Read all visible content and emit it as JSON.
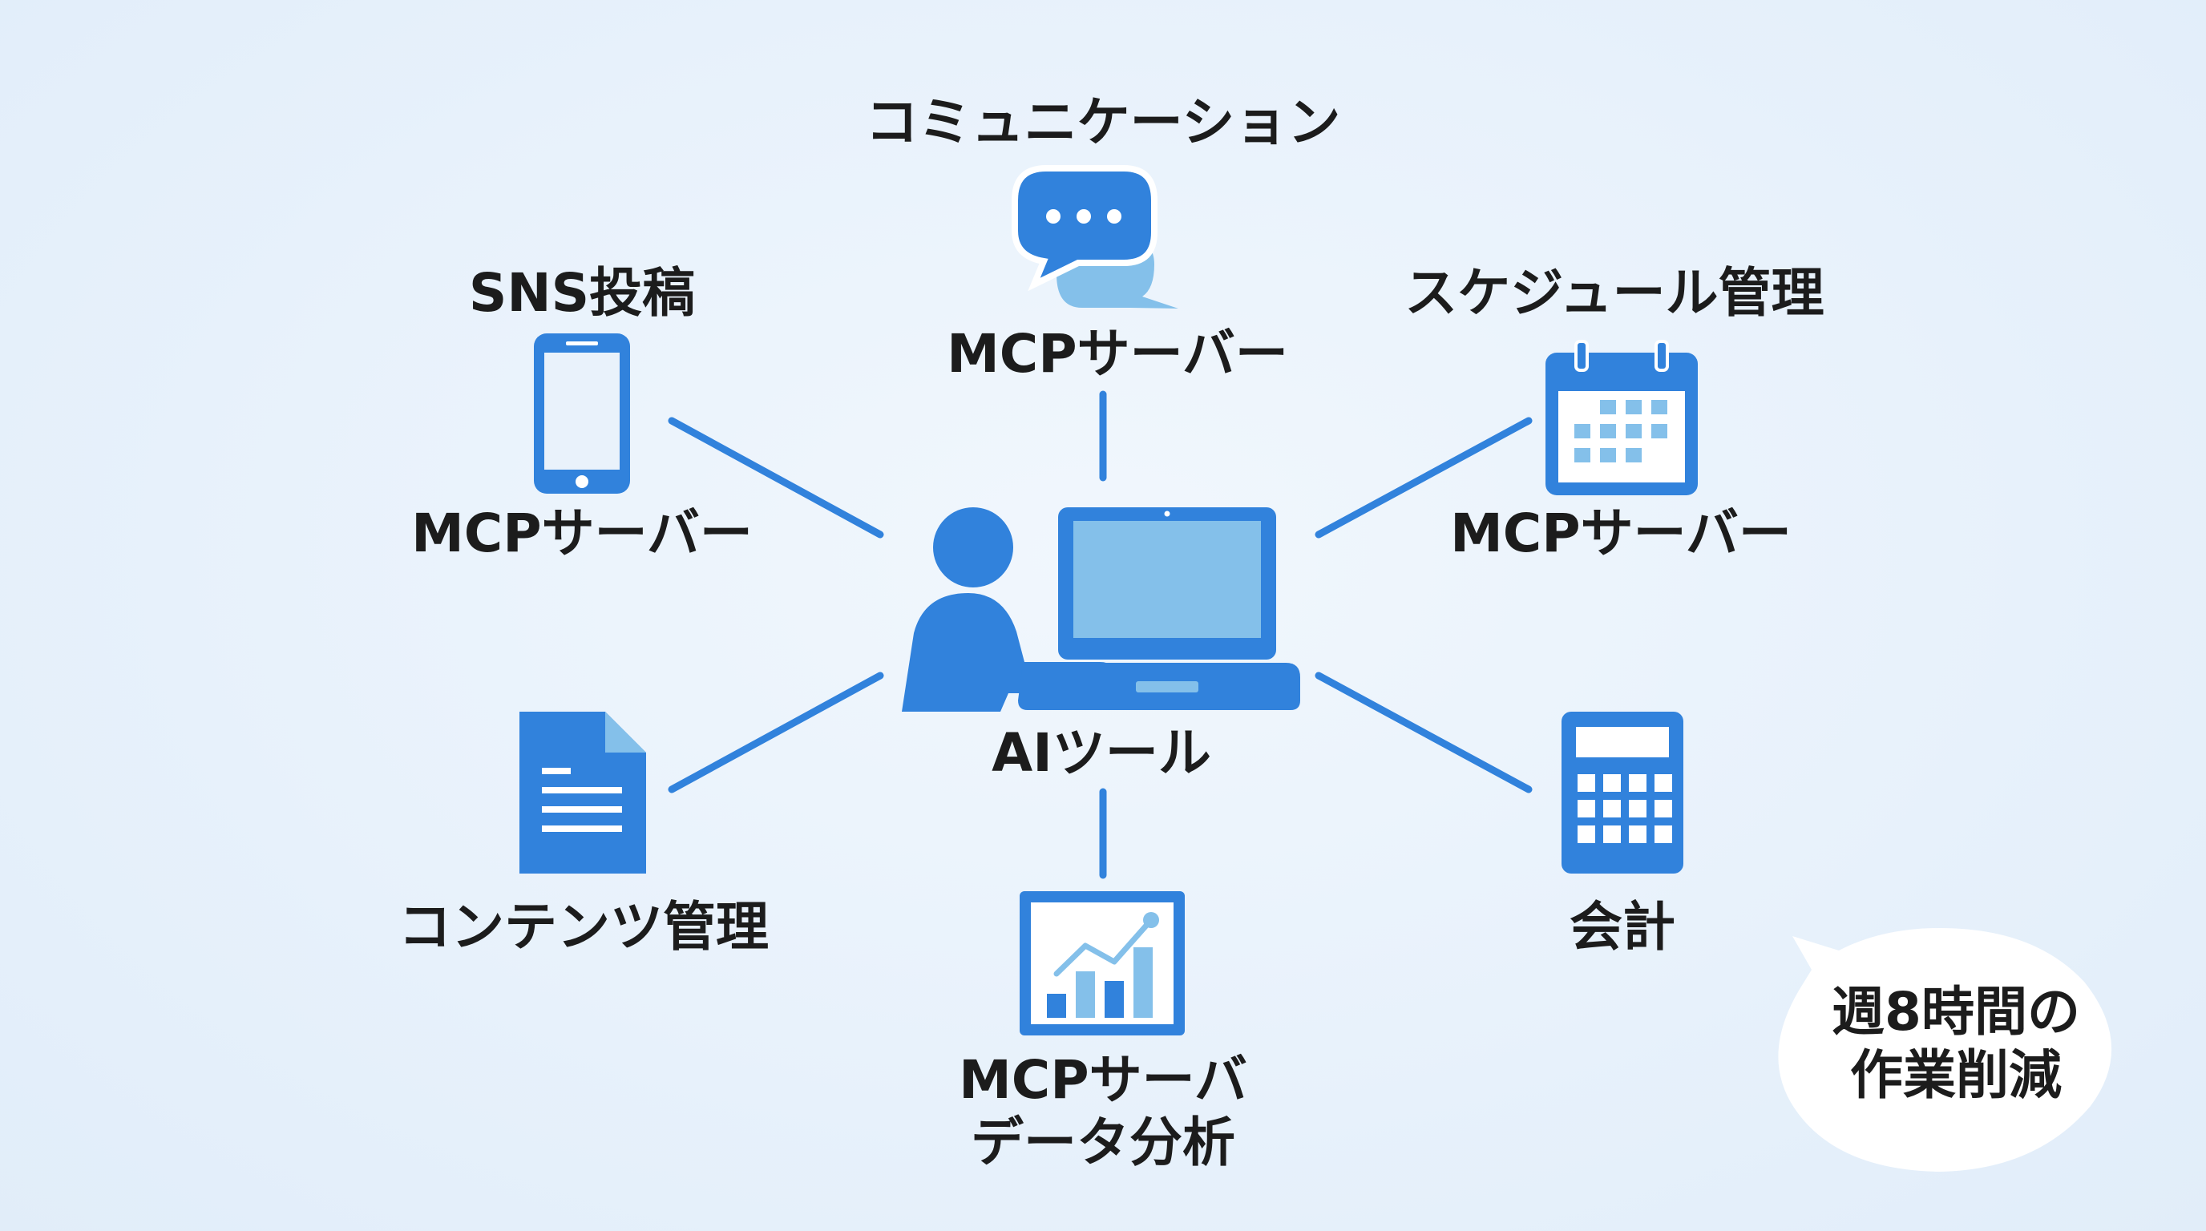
{
  "center": {
    "label": "AIツール"
  },
  "nodes": {
    "communication": {
      "title": "コミュニケーション",
      "server": "MCPサーバー",
      "icon": "chat-bubbles-icon"
    },
    "sns": {
      "title": "SNS投稿",
      "server": "MCPサーバー",
      "icon": "smartphone-icon"
    },
    "schedule": {
      "title": "スケジュール管理",
      "server": "MCPサーバー",
      "icon": "calendar-icon"
    },
    "content": {
      "title": "コンテンツ管理",
      "icon": "document-icon"
    },
    "accounting": {
      "title": "会計",
      "icon": "calculator-icon"
    },
    "analytics": {
      "server": "MCPサーバ",
      "title": "データ分析",
      "icon": "chart-icon"
    }
  },
  "callout": {
    "line1": "週8時間の",
    "line2": "作業削減"
  },
  "colors": {
    "primary": "#3182dc",
    "light": "#84c0ea",
    "background": "#e9f2fb",
    "text": "#1c1c1c"
  }
}
